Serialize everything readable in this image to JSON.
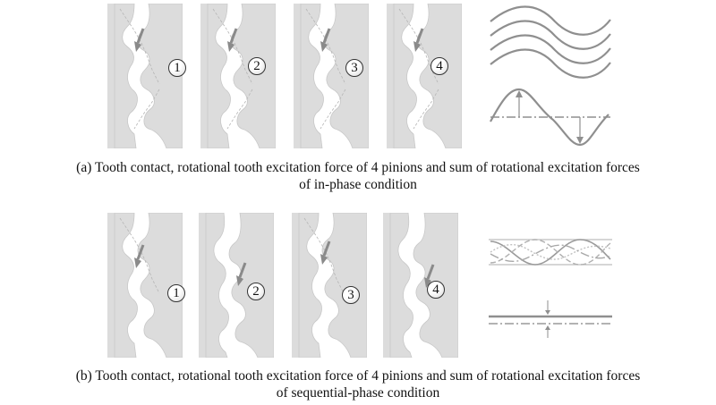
{
  "figure": {
    "row_a": {
      "badges": [
        "1",
        "2",
        "3",
        "4"
      ],
      "caption_line1": "(a) Tooth contact, rotational tooth excitation force of 4 pinions and sum of rotational excitation forces",
      "caption_line2": "of in-phase condition"
    },
    "row_b": {
      "badges": [
        "1",
        "2",
        "3",
        "4"
      ],
      "caption_line1": "(b) Tooth contact, rotational tooth excitation force of 4 pinions and sum of rotational excitation forces",
      "caption_line2": "of sequential-phase condition"
    }
  },
  "colors": {
    "gear_fill": "#dcdcdc",
    "gear_stroke": "#c4c4c4",
    "arrow": "#8a8a8a",
    "wave": "#8f8f8f",
    "wave_light": "#bdbdbd"
  }
}
